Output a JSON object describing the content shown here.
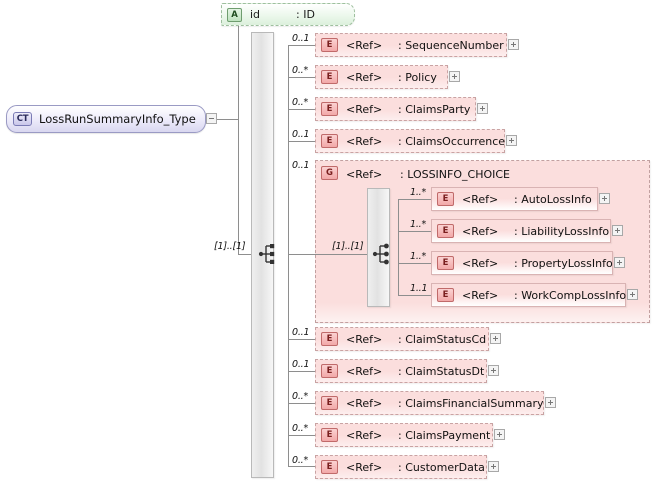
{
  "diagram": {
    "title": "LossRunSummaryInfo_Type",
    "type": "xsd-complextype-diagram",
    "root": {
      "badge": "CT",
      "label": "LossRunSummaryInfo_Type",
      "toggle": "minus"
    },
    "attribute": {
      "badge": "A",
      "name": "id",
      "type": ": ID"
    },
    "main_sequence": {
      "icon": "sequence-icon",
      "cardinality": "[1]..[1]"
    },
    "children": [
      {
        "kind": "element",
        "badge": "E",
        "ref": "<Ref>",
        "name": ": SequenceNumber",
        "cardinality": "0..1",
        "toggle": "plus"
      },
      {
        "kind": "element",
        "badge": "E",
        "ref": "<Ref>",
        "name": ": Policy",
        "cardinality": "0..*",
        "toggle": "plus"
      },
      {
        "kind": "element",
        "badge": "E",
        "ref": "<Ref>",
        "name": ": ClaimsParty",
        "cardinality": "0..*",
        "toggle": "plus"
      },
      {
        "kind": "element",
        "badge": "E",
        "ref": "<Ref>",
        "name": ": ClaimsOccurrence",
        "cardinality": "0..1",
        "toggle": "plus"
      },
      {
        "kind": "group",
        "badge": "G",
        "ref": "<Ref>",
        "name": ": LOSSINFO_CHOICE",
        "cardinality": "0..1"
      },
      {
        "kind": "element",
        "badge": "E",
        "ref": "<Ref>",
        "name": ": ClaimStatusCd",
        "cardinality": "0..1",
        "toggle": "plus"
      },
      {
        "kind": "element",
        "badge": "E",
        "ref": "<Ref>",
        "name": ": ClaimStatusDt",
        "cardinality": "0..1",
        "toggle": "plus"
      },
      {
        "kind": "element",
        "badge": "E",
        "ref": "<Ref>",
        "name": ": ClaimsFinancialSummary",
        "cardinality": "0..*",
        "toggle": "plus"
      },
      {
        "kind": "element",
        "badge": "E",
        "ref": "<Ref>",
        "name": ": ClaimsPayment",
        "cardinality": "0..*",
        "toggle": "plus"
      },
      {
        "kind": "element",
        "badge": "E",
        "ref": "<Ref>",
        "name": ": CustomerData",
        "cardinality": "0..*",
        "toggle": "plus"
      }
    ],
    "group": {
      "badge": "G",
      "ref": "<Ref>",
      "name": ": LOSSINFO_CHOICE",
      "choice": {
        "icon": "choice-icon",
        "cardinality": "[1]..[1]"
      },
      "children": [
        {
          "badge": "E",
          "ref": "<Ref>",
          "name": ": AutoLossInfo",
          "cardinality": "1..*",
          "toggle": "plus"
        },
        {
          "badge": "E",
          "ref": "<Ref>",
          "name": ": LiabilityLossInfo",
          "cardinality": "1..*",
          "toggle": "plus"
        },
        {
          "badge": "E",
          "ref": "<Ref>",
          "name": ": PropertyLossInfo",
          "cardinality": "1..*",
          "toggle": "plus"
        },
        {
          "badge": "E",
          "ref": "<Ref>",
          "name": ": WorkCompLossInfo",
          "cardinality": "1..1",
          "toggle": "plus"
        }
      ]
    },
    "colors": {
      "element_fill": "#fbdedd",
      "element_border": "#c9a3a3",
      "badge_fill": "#f2a8a8",
      "attribute_fill": "#dcf0dc",
      "complextype_fill": "#d9d7f0",
      "connector": "#8e8e8e"
    }
  }
}
